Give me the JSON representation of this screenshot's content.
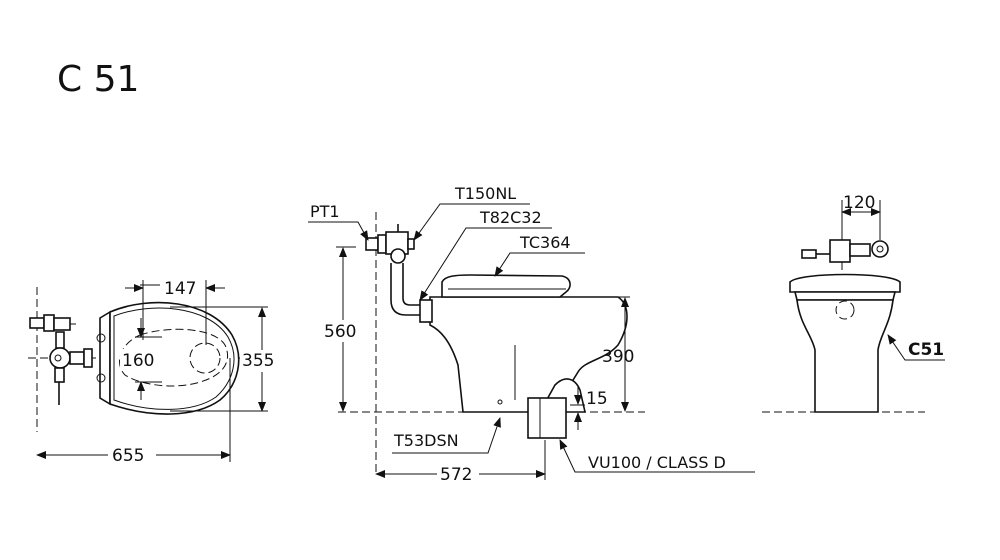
{
  "title": "C 51",
  "top_view": {
    "dims": {
      "width_total": "655",
      "depth": "355",
      "offset": "147",
      "bolt_spacing": "160"
    }
  },
  "side_view": {
    "dims": {
      "inlet_height": "560",
      "bowl_height": "390",
      "drain_offset": "15",
      "rough_in": "572"
    },
    "labels": {
      "stop_valve": "PT1",
      "flush_valve": "T150NL",
      "spud": "T82C32",
      "seat": "TC364",
      "bolt": "T53DSN",
      "drain": "VU100 / CLASS D"
    }
  },
  "front_view": {
    "dims": {
      "valve_offset": "120"
    },
    "labels": {
      "model": "C51"
    }
  }
}
